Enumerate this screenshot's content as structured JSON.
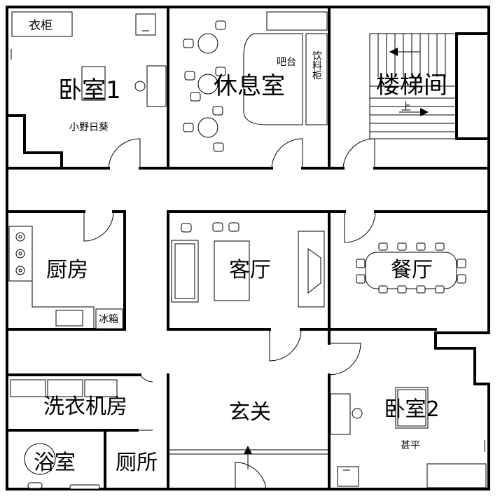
{
  "rooms": {
    "bedroom1": "卧室1",
    "bedroom1_occupant": "小野日葵",
    "wardrobe": "衣柜",
    "lounge": "休息室",
    "bar": "吧台",
    "drink_cabinet": "饮料柜",
    "stairwell": "楼梯间",
    "stairs_up": "上",
    "kitchen": "厨房",
    "fridge": "冰箱",
    "living_room": "客厅",
    "dining_room": "餐厅",
    "laundry_room": "洗衣机房",
    "entrance": "玄关",
    "bedroom2": "卧室2",
    "bedroom2_occupant": "甚平",
    "bathroom": "浴室",
    "toilet": "厕所"
  },
  "colors": {
    "wall": "#000000",
    "window": "#6fa8dc",
    "background": "#ffffff"
  }
}
